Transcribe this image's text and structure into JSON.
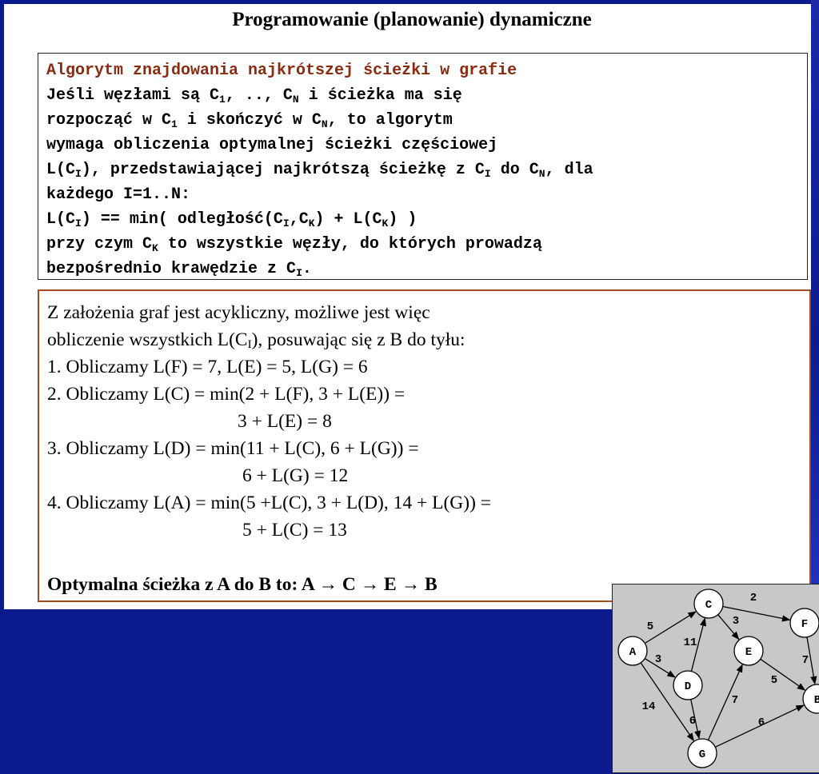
{
  "title": "Programowanie (planowanie) dynamiczne",
  "algorithm": {
    "heading": "Algorytm znajdowania najkrótszej ścieżki w grafie",
    "lines": [
      [
        {
          "t": "Jeśli węzłami są C"
        },
        {
          "s": "1"
        },
        {
          "t": ", .., C"
        },
        {
          "s": "N"
        },
        {
          "t": " i ścieżka ma się"
        }
      ],
      [
        {
          "t": "rozpocząć w C"
        },
        {
          "s": "1"
        },
        {
          "t": " i skończyć w C"
        },
        {
          "s": "N"
        },
        {
          "t": ", to algorytm"
        }
      ],
      [
        {
          "t": "wymaga obliczenia optymalnej ścieżki częściowej"
        }
      ],
      [
        {
          "t": "L(C"
        },
        {
          "s": "I"
        },
        {
          "t": "), przedstawiającej najkrótszą ścieżkę z C"
        },
        {
          "s": "I"
        },
        {
          "t": " do C"
        },
        {
          "s": "N"
        },
        {
          "t": ", dla"
        }
      ],
      [
        {
          "t": "każdego I=1..N:"
        }
      ],
      [
        {
          "t": "L(C"
        },
        {
          "s": "I"
        },
        {
          "t": ") == min( odległość(C"
        },
        {
          "s": "I"
        },
        {
          "t": ",C"
        },
        {
          "s": "K"
        },
        {
          "t": ") + L(C"
        },
        {
          "s": "K"
        },
        {
          "t": ") )"
        }
      ],
      [
        {
          "t": "przy czym C"
        },
        {
          "s": "K"
        },
        {
          "t": " to wszystkie węzły, do których prowadzą"
        }
      ],
      [
        {
          "t": "bezpośrednio krawędzie z C"
        },
        {
          "s": "I"
        },
        {
          "t": "."
        }
      ]
    ]
  },
  "calculation": {
    "rows": [
      {
        "style": "",
        "parts": [
          {
            "t": "Z założenia graf jest acykliczny, możliwe jest więc"
          }
        ]
      },
      {
        "style": "",
        "parts": [
          {
            "t": "obliczenie wszystkich L(C"
          },
          {
            "s": "I"
          },
          {
            "t": "), posuwając się z B do tyłu:"
          }
        ]
      },
      {
        "style": "",
        "parts": [
          {
            "t": "1. Obliczamy L(F) = 7, L(E) = 5, L(G) = 6"
          }
        ]
      },
      {
        "style": "",
        "parts": [
          {
            "t": "2. Obliczamy L(C) = min(2 + L(F), 3 + L(E)) ="
          }
        ]
      },
      {
        "style": "indent1",
        "parts": [
          {
            "t": "3 + L(E) = 8"
          }
        ]
      },
      {
        "style": "",
        "parts": [
          {
            "t": "3. Obliczamy L(D) = min(11 + L(C), 6 + L(G)) ="
          }
        ]
      },
      {
        "style": "indent2",
        "parts": [
          {
            "t": "6 + L(G) = 12"
          }
        ]
      },
      {
        "style": "",
        "parts": [
          {
            "t": "4. Obliczamy L(A) = min(5 +L(C), 3 + L(D), 14 + L(G)) ="
          }
        ]
      },
      {
        "style": "indent2",
        "parts": [
          {
            "t": "5 + L(C) = 13"
          }
        ]
      },
      {
        "style": "blank",
        "parts": []
      },
      {
        "style": "result",
        "parts": [
          {
            "t": "Optymalna ścieżka z A do B to: A → C → E → B"
          }
        ]
      }
    ]
  },
  "graph": {
    "nodes": [
      "A",
      "B",
      "C",
      "D",
      "E",
      "F",
      "G"
    ],
    "edges": [
      {
        "from": "A",
        "to": "C",
        "weight": "5"
      },
      {
        "from": "A",
        "to": "D",
        "weight": "3"
      },
      {
        "from": "A",
        "to": "G",
        "weight": "14"
      },
      {
        "from": "C",
        "to": "F",
        "weight": "2"
      },
      {
        "from": "C",
        "to": "E",
        "weight": "3"
      },
      {
        "from": "D",
        "to": "C",
        "weight": "11"
      },
      {
        "from": "D",
        "to": "G",
        "weight": "6"
      },
      {
        "from": "G",
        "to": "E",
        "weight": "7"
      },
      {
        "from": "G",
        "to": "B",
        "weight": "6"
      },
      {
        "from": "E",
        "to": "B",
        "weight": "5"
      },
      {
        "from": "F",
        "to": "B",
        "weight": "7"
      }
    ]
  },
  "colors": {
    "frame": "#0b1a8c",
    "algorithm_heading": "#8a2a10",
    "calc_border": "#a24a22",
    "graph_background": "#c8c8c8"
  }
}
